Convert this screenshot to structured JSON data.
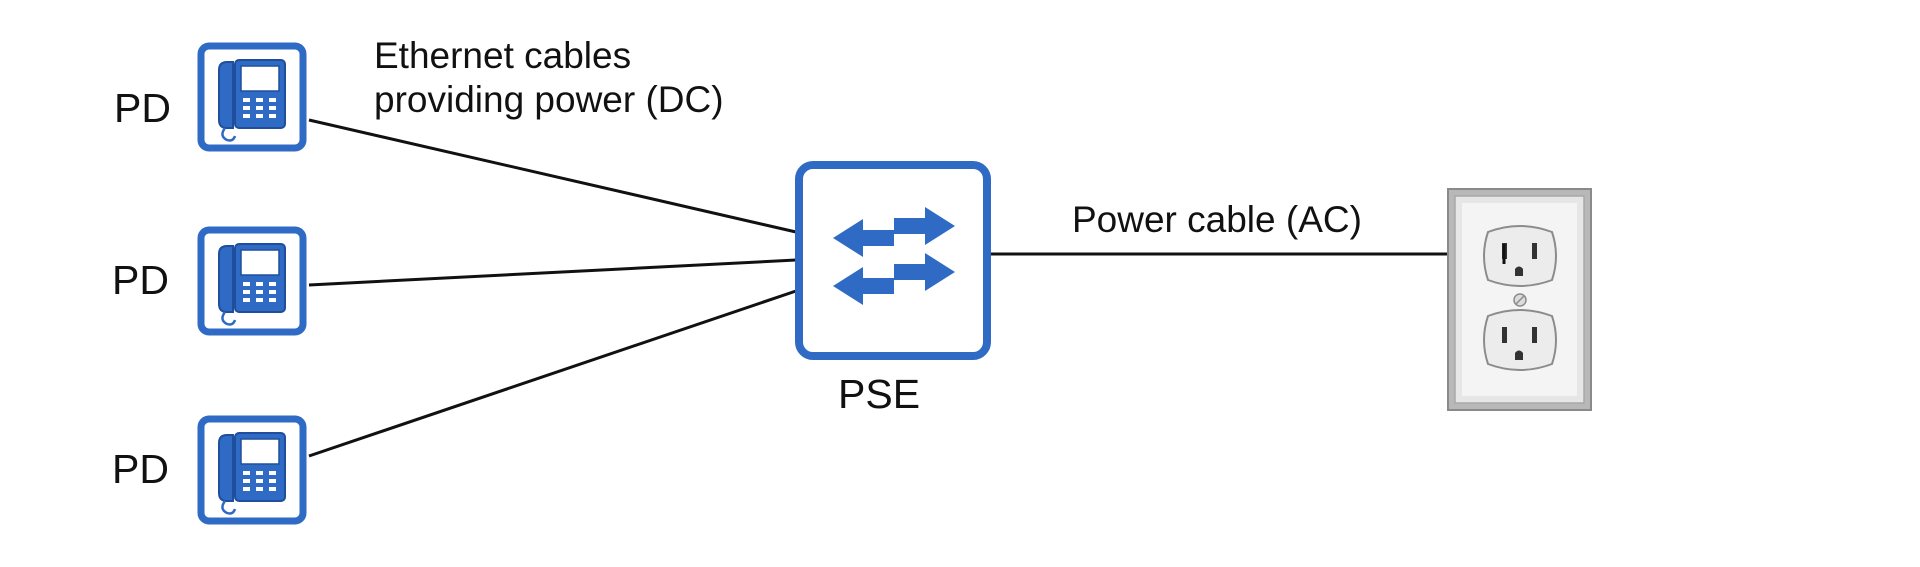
{
  "colors": {
    "device_blue": "#2f6bc4",
    "phone_dark": "#1f4f9c",
    "cable": "#111111",
    "outlet_plate": "#c9c9c9"
  },
  "devices": [
    {
      "id": "pd-top",
      "label": "PD",
      "icon": "ip-phone-icon"
    },
    {
      "id": "pd-middle",
      "label": "PD",
      "icon": "ip-phone-icon"
    },
    {
      "id": "pd-bottom",
      "label": "PD",
      "icon": "ip-phone-icon"
    }
  ],
  "switch": {
    "label": "PSE",
    "icon": "switch-arrows-icon"
  },
  "outlet": {
    "icon": "wall-outlet-icon"
  },
  "cables": {
    "ethernet": {
      "line1": "Ethernet cables",
      "line2": "providing power (DC)"
    },
    "power": {
      "label": "Power cable (AC)"
    }
  }
}
